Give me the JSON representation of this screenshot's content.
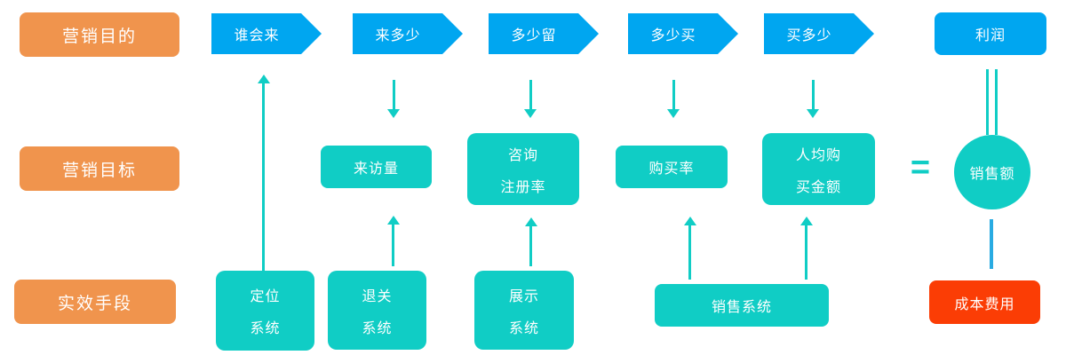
{
  "colors": {
    "orange": "#F0944D",
    "blue": "#00A6F0",
    "teal": "#10CDC5",
    "red": "#FB3D05",
    "lightblue": "#29ABE2"
  },
  "row_labels": {
    "purpose": "营销目的",
    "goal": "营销目标",
    "means": "实效手段"
  },
  "funnel": {
    "steps": [
      "谁会来",
      "来多少",
      "多少留",
      "多少买",
      "买多少"
    ],
    "profit": "利润"
  },
  "metrics": {
    "visitors": "来访量",
    "consult_line1": "咨询",
    "consult_line2": "注册率",
    "purchase_rate": "购买率",
    "avg_line1": "人均购",
    "avg_line2": "买金额",
    "equals": "=",
    "sales": "销售额"
  },
  "systems": {
    "position_line1": "定位",
    "position_line2": "系统",
    "return_line1": "退关",
    "return_line2": "系统",
    "display_line1": "展示",
    "display_line2": "系统",
    "sales_system": "销售系统",
    "cost": "成本费用"
  }
}
